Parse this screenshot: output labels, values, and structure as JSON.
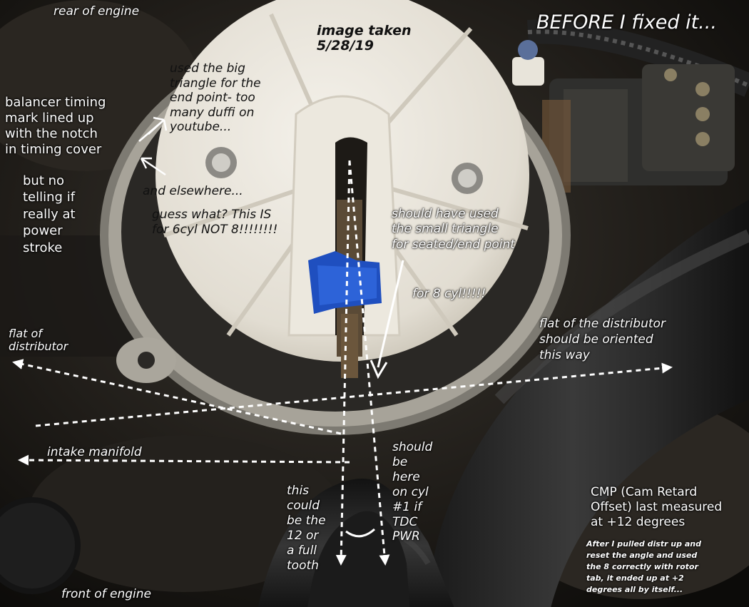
{
  "labels": {
    "rear_of_engine": "rear of engine",
    "before_fixed": "BEFORE I fixed it...",
    "image_taken": "image taken\n5/28/19",
    "balancer_timing": "balancer timing\nmark lined up\nwith the notch\nin timing cover",
    "no_telling": "but no\ntelling if\nreally at\npower\nstroke",
    "big_triangle": "used the big\ntriangle for the\nend point- too\nmany duffi on\nyoutube...",
    "elsewhere": "and elsewhere...",
    "guess_what": "guess what?  This IS\nfor 6cyl NOT 8!!!!!!!!",
    "small_triangle": "should have used\nthe small triangle\nfor seated/end point",
    "for_8cyl": "for 8 cyl!!!!!",
    "flat_of_distributor_left": "flat\nof\ndistributor",
    "flat_should_be": "flat of the distributor\nshould be oriented\nthis way",
    "intake_manifold": "intake manifold",
    "should_be_here": "should\nbe\nhere\non cyl\n#1 if\nTDC\nPWR",
    "could_be": "this\ncould\nbe the\n12 or\na full\ntooth",
    "cmp_offset": "CMP (Cam Retard\nOffset) last measured\nat +12 degrees",
    "after_pulled": "After I pulled distr up and\nreset the angle and used\nthe 8 correctly with rotor\ntab, it ended up at +2\ndegrees all by itself...",
    "front_of_engine": "front of engine"
  }
}
